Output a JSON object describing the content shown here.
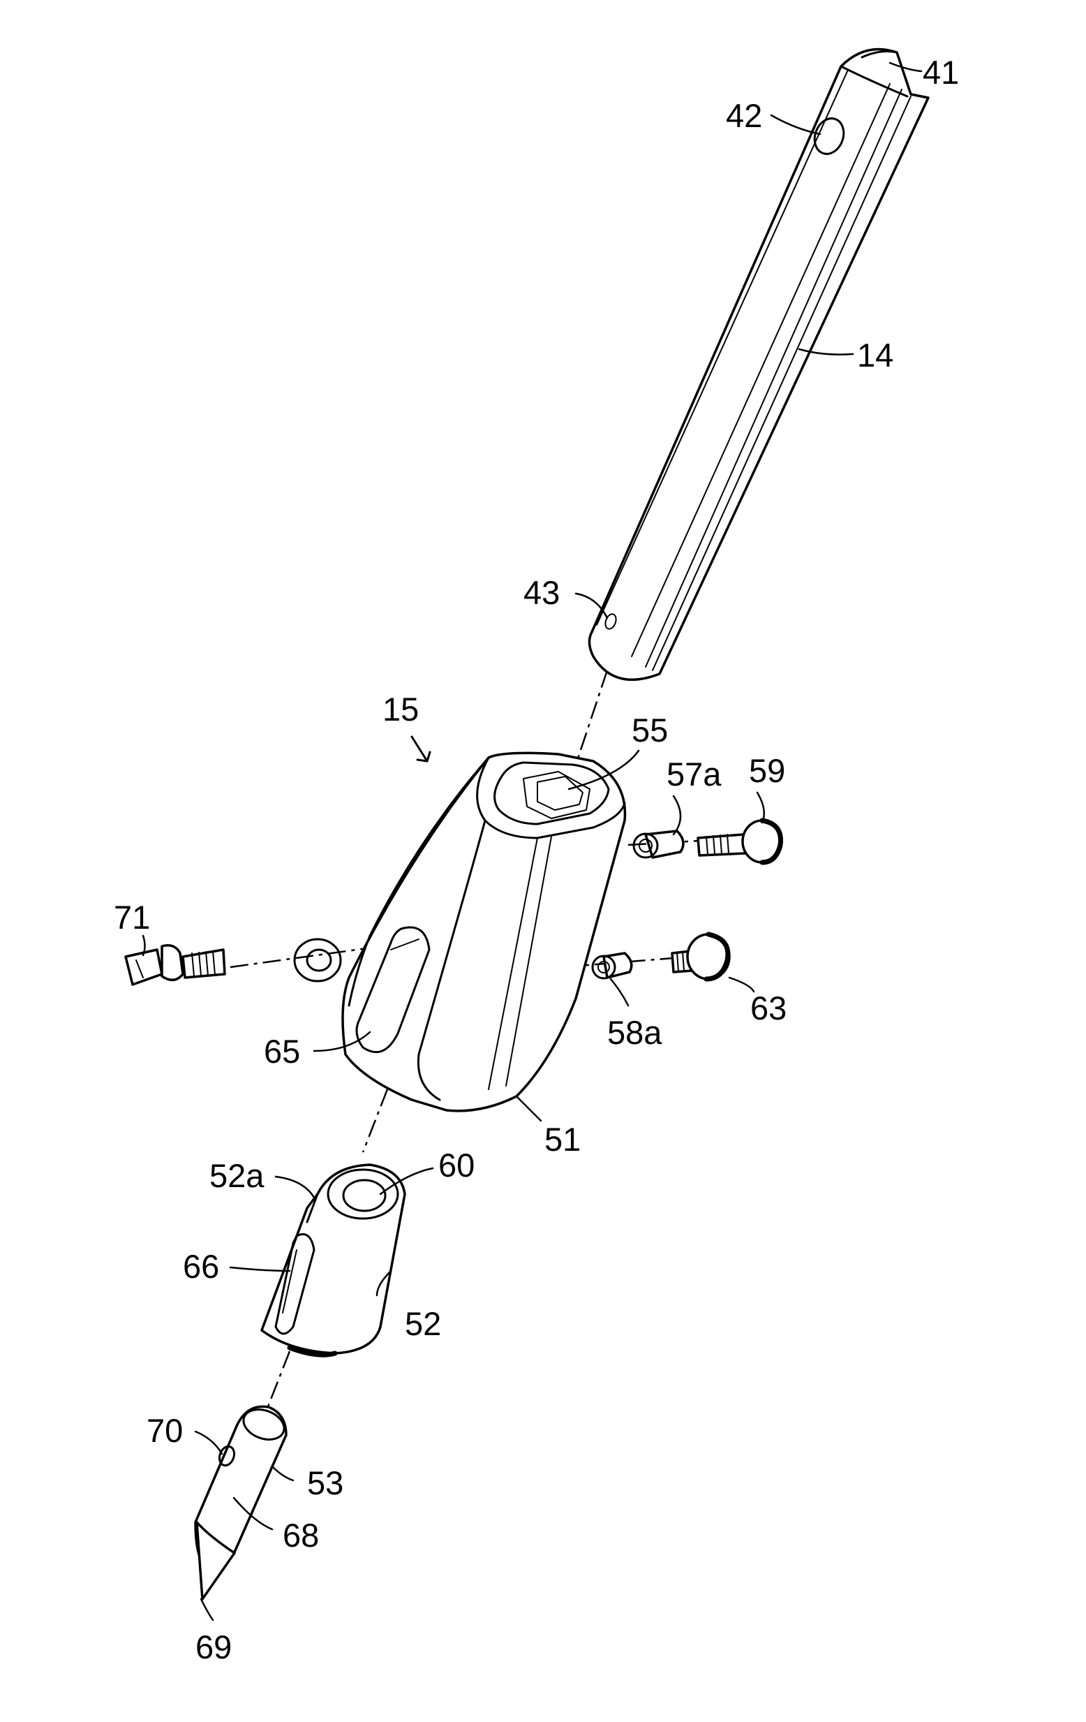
{
  "figure": {
    "background": "#ffffff",
    "line_color": "#000000",
    "labels": {
      "l41": "41",
      "l42": "42",
      "l14": "14",
      "l43": "43",
      "l15": "15",
      "l55": "55",
      "l57a": "57a",
      "l59": "59",
      "l71": "71",
      "l63": "63",
      "l58a": "58a",
      "l65": "65",
      "l51": "51",
      "l52a": "52a",
      "l60": "60",
      "l66": "66",
      "l52": "52",
      "l70": "70",
      "l53": "53",
      "l68": "68",
      "l69": "69"
    }
  }
}
